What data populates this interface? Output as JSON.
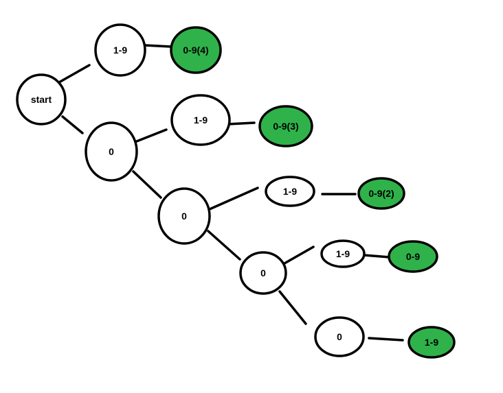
{
  "colors": {
    "plain_fill": "#ffffff",
    "accepting_fill": "#2fb24a",
    "stroke": "#000000"
  },
  "diagram": {
    "nodes": [
      {
        "id": "start",
        "label": "start",
        "accepting": false
      },
      {
        "id": "a1",
        "label": "1-9",
        "accepting": false
      },
      {
        "id": "a2",
        "label": "0-9(4)",
        "accepting": true
      },
      {
        "id": "b0",
        "label": "0",
        "accepting": false
      },
      {
        "id": "b1",
        "label": "1-9",
        "accepting": false
      },
      {
        "id": "b2",
        "label": "0-9(3)",
        "accepting": true
      },
      {
        "id": "c0",
        "label": "0",
        "accepting": false
      },
      {
        "id": "c1",
        "label": "1-9",
        "accepting": false
      },
      {
        "id": "c2",
        "label": "0-9(2)",
        "accepting": true
      },
      {
        "id": "d0",
        "label": "0",
        "accepting": false
      },
      {
        "id": "d1",
        "label": "1-9",
        "accepting": false
      },
      {
        "id": "d2",
        "label": "0-9",
        "accepting": true
      },
      {
        "id": "e0",
        "label": "0",
        "accepting": false
      },
      {
        "id": "e1",
        "label": "1-9",
        "accepting": true
      }
    ],
    "edges": [
      {
        "from": "start",
        "to": "a1"
      },
      {
        "from": "a1",
        "to": "a2"
      },
      {
        "from": "start",
        "to": "b0"
      },
      {
        "from": "b0",
        "to": "b1"
      },
      {
        "from": "b1",
        "to": "b2"
      },
      {
        "from": "b0",
        "to": "c0"
      },
      {
        "from": "c0",
        "to": "c1"
      },
      {
        "from": "c1",
        "to": "c2"
      },
      {
        "from": "c0",
        "to": "d0"
      },
      {
        "from": "d0",
        "to": "d1"
      },
      {
        "from": "d1",
        "to": "d2"
      },
      {
        "from": "d0",
        "to": "e0"
      },
      {
        "from": "e0",
        "to": "e1"
      }
    ]
  }
}
